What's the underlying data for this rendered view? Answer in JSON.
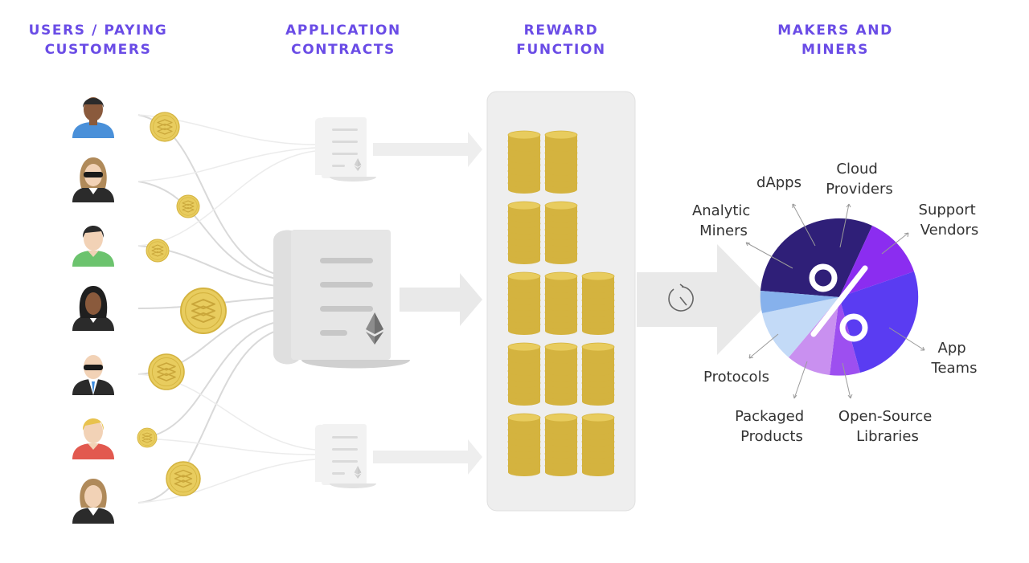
{
  "headers": [
    {
      "line1": "USERS / PAYING",
      "line2": "CUSTOMERS"
    },
    {
      "line1": "APPLICATION",
      "line2": "CONTRACTS"
    },
    {
      "line1": "REWARD",
      "line2": "FUNCTION"
    },
    {
      "line1": "MAKERS AND",
      "line2": "MINERS"
    }
  ],
  "users": [
    "user-1",
    "user-2",
    "user-3",
    "user-4",
    "user-5",
    "user-6",
    "user-7"
  ],
  "pie_labels": {
    "analytic_miners": [
      "Analytic",
      "Miners"
    ],
    "dapps": [
      "dApps"
    ],
    "cloud_providers": [
      "Cloud",
      "Providers"
    ],
    "support_vendors": [
      "Support",
      "Vendors"
    ],
    "app_teams": [
      "App",
      "Teams"
    ],
    "protocols": [
      "Protocols"
    ],
    "packaged_products": [
      "Packaged",
      "Products"
    ],
    "open_source_libraries": [
      "Open-Source",
      "Libraries"
    ]
  },
  "colors": {
    "header": "#6a4ce6",
    "coin": "#e8cc5e",
    "coin_edge": "#d4b33f",
    "panel": "#eeeeee",
    "arrow": "#e9e9e9",
    "pie_dark": "#2f1f78",
    "pie_purple": "#8b2df0",
    "pie_indigo": "#5a3cf2",
    "pie_violet": "#9d4ff0",
    "pie_lavender": "#c990f0",
    "pie_lightblue": "#c3daf7",
    "pie_blue": "#86b1ec"
  }
}
